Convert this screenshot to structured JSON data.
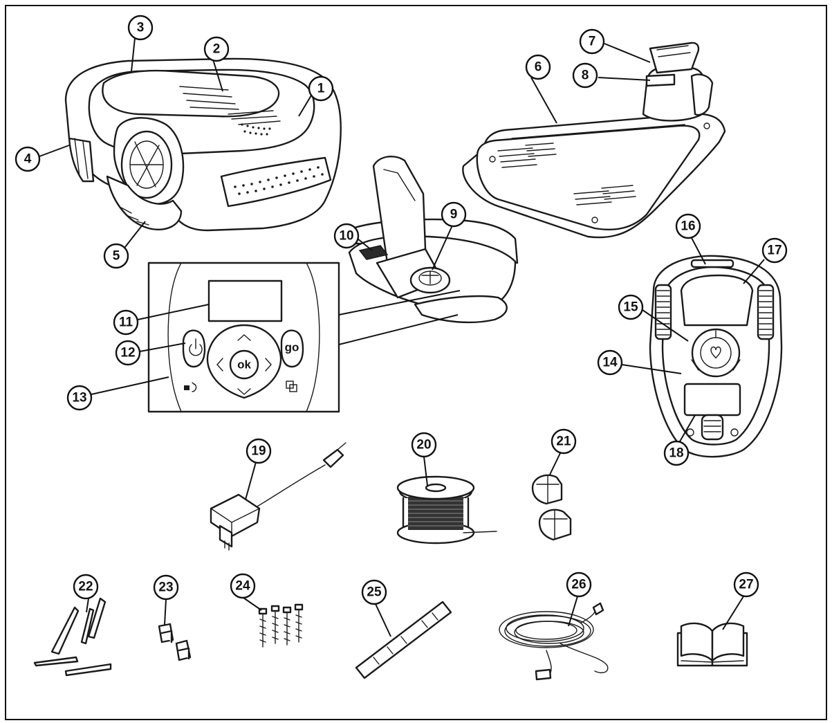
{
  "colors": {
    "line": "#1a1a1a",
    "background": "#ffffff"
  },
  "control_panel": {
    "power_icon": "power-icon",
    "go_label": "go",
    "ok_label": "ok",
    "home_icon": "home-return-icon",
    "copy_icon": "copy-icon"
  },
  "callouts": [
    {
      "id": "1",
      "label": "1"
    },
    {
      "id": "2",
      "label": "2"
    },
    {
      "id": "3",
      "label": "3"
    },
    {
      "id": "4",
      "label": "4"
    },
    {
      "id": "5",
      "label": "5"
    },
    {
      "id": "6",
      "label": "6"
    },
    {
      "id": "7",
      "label": "7"
    },
    {
      "id": "8",
      "label": "8"
    },
    {
      "id": "9",
      "label": "9"
    },
    {
      "id": "10",
      "label": "10"
    },
    {
      "id": "11",
      "label": "11"
    },
    {
      "id": "12",
      "label": "12"
    },
    {
      "id": "13",
      "label": "13"
    },
    {
      "id": "14",
      "label": "14"
    },
    {
      "id": "15",
      "label": "15"
    },
    {
      "id": "16",
      "label": "16"
    },
    {
      "id": "17",
      "label": "17"
    },
    {
      "id": "18",
      "label": "18"
    },
    {
      "id": "19",
      "label": "19"
    },
    {
      "id": "20",
      "label": "20"
    },
    {
      "id": "21",
      "label": "21"
    },
    {
      "id": "22",
      "label": "22"
    },
    {
      "id": "23",
      "label": "23"
    },
    {
      "id": "24",
      "label": "24"
    },
    {
      "id": "25",
      "label": "25"
    },
    {
      "id": "26",
      "label": "26"
    },
    {
      "id": "27",
      "label": "27"
    }
  ]
}
